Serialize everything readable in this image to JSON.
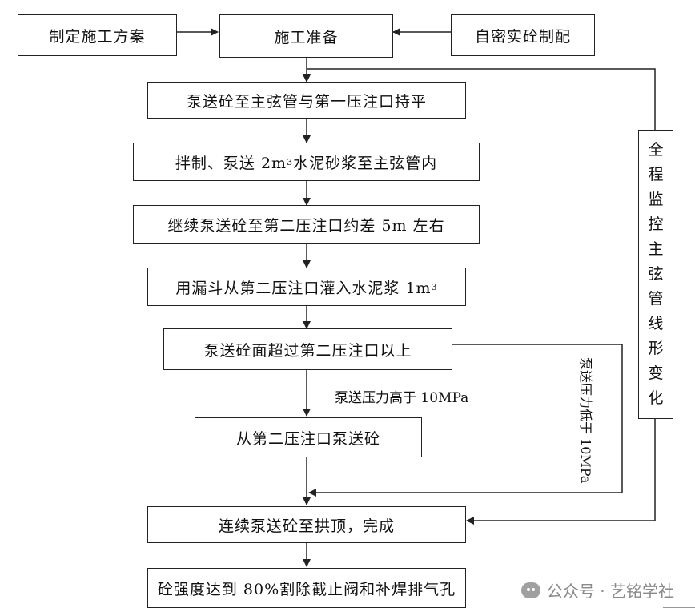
{
  "flowchart": {
    "box_plan": "制定施工方案",
    "box_prepare": "施工准备",
    "box_mix": "自密实砼制配",
    "step1": "泵送砼至主弦管与第一压注口持平",
    "step2_pre": "拌制、泵送 2m",
    "step2_sup": "3",
    "step2_post": " 水泥砂浆至主弦管内",
    "step3": "继续泵送砼至第二压注口约差 5m 左右",
    "step4_pre": "用漏斗从第二压注口灌入水泥浆 1m",
    "step4_sup": "3",
    "step5": "泵送砼面超过第二压注口以上",
    "label_high": "泵送压力高于 10MPa",
    "step6": "从第二压注口泵送砼",
    "label_low": "泵送压力低于 10MPa",
    "step7": "连续泵送砼至拱顶，完成",
    "step8": "砼强度达到 80%割除截止阀和补焊排气孔",
    "monitor_chars": [
      "全",
      "程",
      "监",
      "控",
      "主",
      "弦",
      "管",
      "线",
      "形",
      "变",
      "化"
    ]
  },
  "watermark": {
    "icon": "wechat-icon",
    "text": "公众号 · 艺铭学社"
  }
}
